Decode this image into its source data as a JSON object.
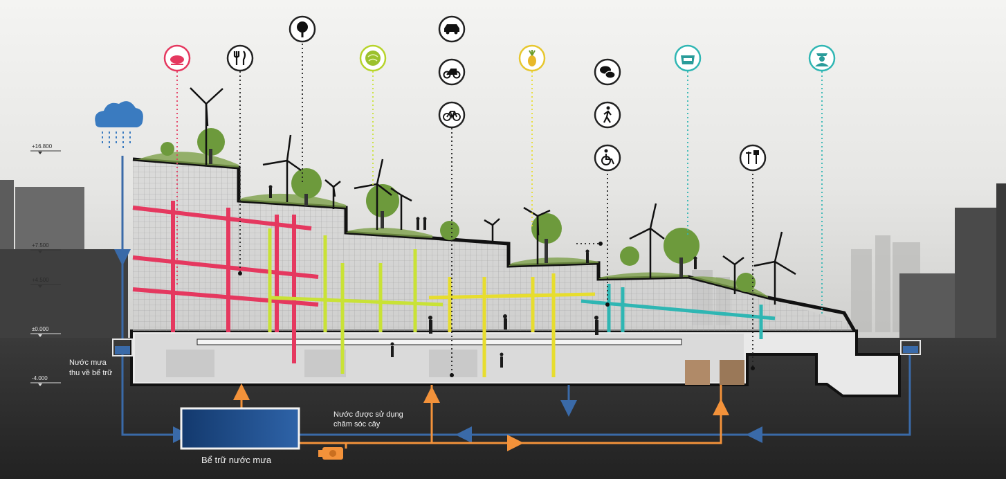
{
  "levels": {
    "l1": "+16.800",
    "l2": "+7.500",
    "l3": "+4.500",
    "l4": "±0.000",
    "l5": "-4.000"
  },
  "labels": {
    "rain_collect_1": "Nước mưa",
    "rain_collect_2": "thu về bể trữ",
    "water_use_1": "Nước được sử dụng",
    "water_use_2": "chăm sóc cây",
    "tank": "Bể trữ nước mưa"
  },
  "colors": {
    "pink": "#e5385f",
    "lime": "#c9e236",
    "yellow": "#e7dd2e",
    "teal": "#2fb6b3",
    "blue_pipe": "#3a6aa8",
    "orange_pipe": "#f3923a",
    "tank_water": "#1e4f8f"
  },
  "icons": [
    {
      "name": "meat-icon",
      "color": "pink"
    },
    {
      "name": "fork-knife-icon",
      "color": "black"
    },
    {
      "name": "tree-icon",
      "color": "black"
    },
    {
      "name": "vegetable-icon",
      "color": "lime"
    },
    {
      "name": "car-icon",
      "color": "black"
    },
    {
      "name": "motorbike-icon",
      "color": "black"
    },
    {
      "name": "bicycle-icon",
      "color": "black"
    },
    {
      "name": "pineapple-icon",
      "color": "yellow"
    },
    {
      "name": "chat-icon",
      "color": "black"
    },
    {
      "name": "pedestrian-icon",
      "color": "black"
    },
    {
      "name": "wheelchair-icon",
      "color": "black"
    },
    {
      "name": "shop-icon",
      "color": "teal"
    },
    {
      "name": "security-guard-icon",
      "color": "teal"
    },
    {
      "name": "tools-icon",
      "color": "black"
    }
  ]
}
